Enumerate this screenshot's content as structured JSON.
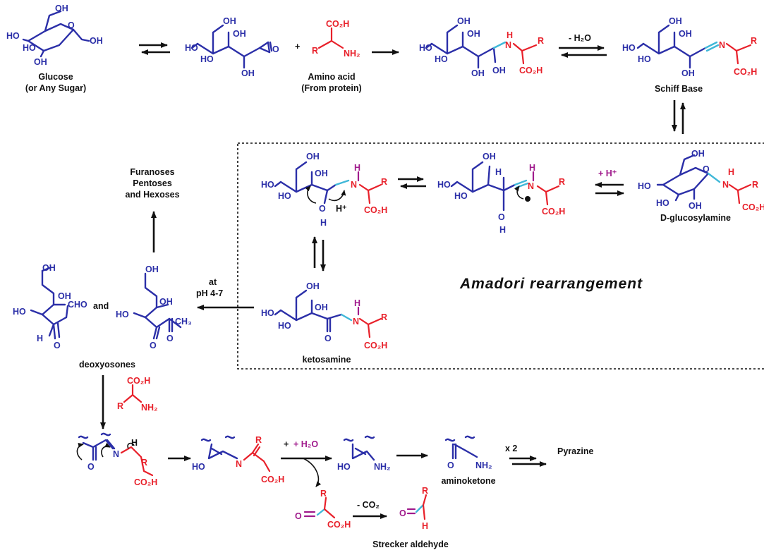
{
  "labels": {
    "glucose": "Glucose",
    "glucose_note": "(or Any Sugar)",
    "amino_acid": "Amino acid",
    "amino_acid_note": "(From protein)",
    "schiff_base": "Schiff Base",
    "d_glucosylamine": "D-glucosylamine",
    "ketosamine": "ketosamine",
    "deoxyosones": "deoxyosones",
    "furanoses_line1": "Furanoses",
    "furanoses_line2": "Pentoses",
    "furanoses_line3": "and Hexoses",
    "ph_line1": "at",
    "ph_line2": "pH 4-7",
    "and": "and",
    "aminoketone": "aminoketone",
    "pyrazine": "Pyrazine",
    "x2": "x 2",
    "strecker": "Strecker aldehyde",
    "amadori": "Amadori rearrangement"
  },
  "reagents": {
    "minus_water": "- H₂O",
    "plus_proton": "+ H⁺",
    "plus_water": "+ H₂O",
    "minus_co2": "- CO₂",
    "proton": "H⁺",
    "plus_sign": "+"
  },
  "atoms": {
    "OH": "OH",
    "HO": "HO",
    "O": "O",
    "H": "H",
    "N": "N",
    "R": "R",
    "CO2H": "CO₂H",
    "NH2": "NH₂",
    "CHO": "CHO",
    "CH3": "CH₃"
  },
  "colors": {
    "sugar": "#2b2fa8",
    "amino": "#e8202a",
    "hydrogen": "#a01a8c",
    "bond": "#40b8d8",
    "text": "#111111"
  }
}
